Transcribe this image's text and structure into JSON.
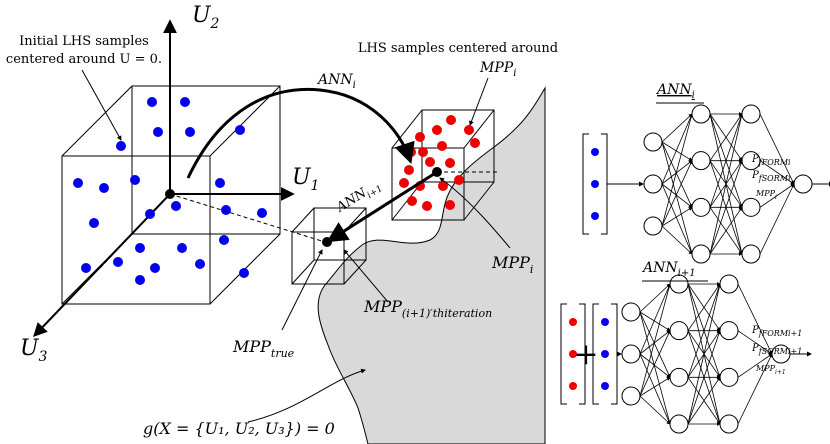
{
  "axes": {
    "u2": "U",
    "u2_sub": "2",
    "u1": "U",
    "u1_sub": "1",
    "u3": "U",
    "u3_sub": "3"
  },
  "labels": {
    "initial_line1": "Initial LHS samples",
    "initial_line2": "centered around U = 0.",
    "lhs_mpp_line1": "LHS samples centered around",
    "lhs_mpp_line2": "MPP",
    "lhs_mpp_line2_sub": "i",
    "ann_i": "ANN",
    "ann_i_sub": "i",
    "ann_i1": "ANN",
    "ann_i1_sub": "i+1",
    "mpp_i": "MPP",
    "mpp_i_sub": "i",
    "mpp_iter": "MPP",
    "mpp_iter_sub": "(i+1)′th",
    "mpp_iter_tail": "iteration",
    "mpp_true": "MPP",
    "mpp_true_sub": "true",
    "limit_state": "g(X = {U₁, U₂, U₃}) = 0",
    "net1_title": "ANN",
    "net1_title_sub": "i",
    "net2_title": "ANN",
    "net2_title_sub": "i+1",
    "net1_out_form": "P",
    "net1_out_form_sub": "fFORMi",
    "net1_out_sorm": "P",
    "net1_out_sorm_sub": "fSORMi",
    "net1_out_mpp": "MPP",
    "net1_out_mpp_sub": "i",
    "net2_out_form": "P",
    "net2_out_form_sub": "fFORMi+1",
    "net2_out_sorm": "P",
    "net2_out_sorm_sub": "fSORMi+1",
    "net2_out_mpp": "MPP",
    "net2_out_mpp_sub": "i+1",
    "plus": "+"
  },
  "colors": {
    "blue": "#0000ee",
    "red": "#ee0000",
    "failure_region": "#d9d9d9",
    "ink": "#000000"
  },
  "network": {
    "layers": [
      3,
      4,
      4,
      1
    ]
  }
}
